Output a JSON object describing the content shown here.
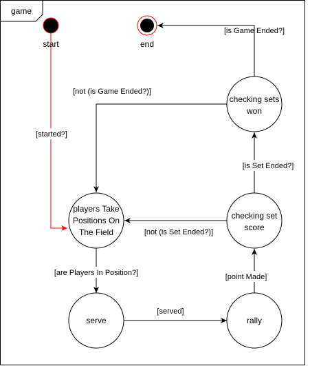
{
  "diagram": {
    "frame_title": "game",
    "states": {
      "start": "start",
      "end": "end",
      "players_position": [
        "players Take",
        "Positions On",
        "The Field"
      ],
      "serve": "serve",
      "rally": "rally",
      "checking_set_score": [
        "checking set",
        "score"
      ],
      "checking_sets_won": [
        "checking sets",
        "won"
      ]
    },
    "transitions": {
      "started": "[started?]",
      "are_players_in_position": "[are Players In Position?]",
      "served": "[served]",
      "point_made": "[point Made]",
      "not_set_ended": "[not (is Set Ended?)]",
      "is_set_ended": "[is Set Ended?]",
      "not_game_ended": "[not (is Game Ended?)]",
      "is_game_ended": "[is Game Ended?]"
    },
    "colors": {
      "line": "#000000",
      "accent": "#ff0000",
      "background": "#ffffff"
    }
  }
}
